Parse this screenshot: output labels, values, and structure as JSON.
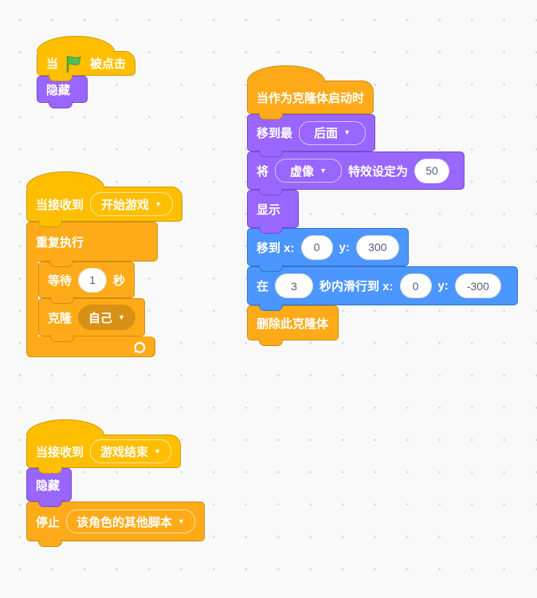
{
  "colors": {
    "workspace_bg": "#F9F9F9",
    "dot": "#DBDBDB",
    "events": "#FFBF00",
    "events_border": "#CC9900",
    "control": "#FFAB19",
    "control_border": "#CF8B17",
    "looks": "#9966FF",
    "looks_border": "#774DCB",
    "motion": "#4C97FF",
    "motion_border": "#3373CC",
    "input_text": "#575E75",
    "flag_green": "#4CBF56",
    "flag_green_dark": "#45993D"
  },
  "icons": {
    "dropdown_arrow": "▼"
  },
  "stacks": {
    "flag_script": {
      "when": "当",
      "clicked": "被点击",
      "hide": "隐藏"
    },
    "start_game_script": {
      "when_receive": "当接收到",
      "message": "开始游戏",
      "forever": "重复执行",
      "wait": "等待",
      "wait_value": "1",
      "wait_unit": "秒",
      "clone": "克隆",
      "clone_target": "自己"
    },
    "game_over_script": {
      "when_receive": "当接收到",
      "message": "游戏结束",
      "hide": "隐藏",
      "stop": "停止",
      "stop_target": "该角色的其他脚本"
    },
    "clone_script": {
      "hat": "当作为克隆体启动时",
      "go_to_layer": "移到最",
      "layer": "后面",
      "set": "将",
      "effect": "虚像",
      "effect_suffix": "特效设定为",
      "effect_value": "50",
      "show": "显示",
      "goto_label": "移到 x:",
      "goto_x": "0",
      "y_label": "y:",
      "goto_y": "300",
      "glide_in": "在",
      "glide_secs": "3",
      "glide_mid": "秒内滑行到 x:",
      "glide_x": "0",
      "glide_y": "-300",
      "delete_clone": "删除此克隆体"
    }
  }
}
